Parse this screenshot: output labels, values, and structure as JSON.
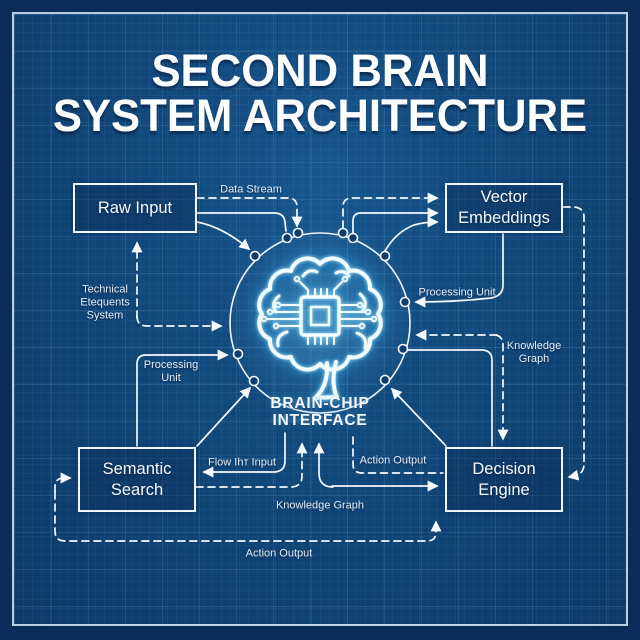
{
  "palette": {
    "outer_bg": "#0a2c59",
    "panel_bg": "#114678",
    "frame_line": "#d6e8f7",
    "diagram_line": "#f4f9fe",
    "glow_accent": "#56ccff",
    "label_text": "#e2effa"
  },
  "title": {
    "text": "SECOND BRAIN\nSYSTEM ARCHITECTURE"
  },
  "boxes": {
    "raw_input": "Raw Input",
    "vector_embeddings": "Vector\nEmbeddings",
    "semantic_search": "Semantic\nSearch",
    "decision_engine": "Decision\nEngine"
  },
  "center": {
    "label": "BRAIN-CHIP\nINTERFACE",
    "icon": "brain-chip-icon"
  },
  "edge_labels": {
    "data_stream": "Data Stream",
    "technical_system": "Technical\nEtequents\nSystem",
    "processing_unit_left": "Processing\nUnit",
    "processing_unit_right": "Processing Unit",
    "knowledge_graph_right": "Knowledge\nGraph",
    "flow_input": "Flow Ihт Input",
    "action_output_mid": "Action Output",
    "knowledge_graph_bottom": "Knowledge Graph",
    "action_output_bottom": "Action Output"
  }
}
